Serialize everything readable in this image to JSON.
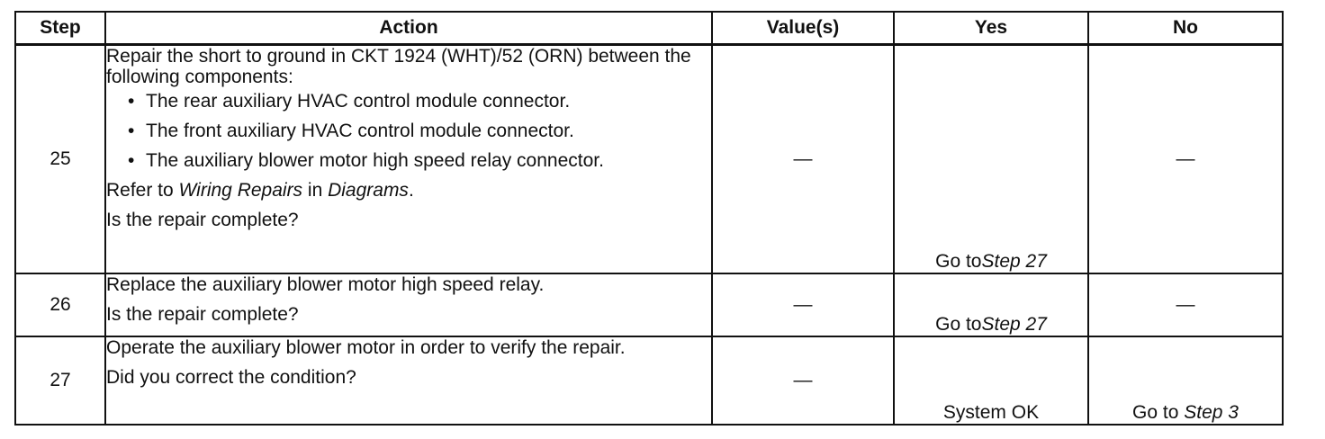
{
  "headers": {
    "step": "Step",
    "action": "Action",
    "values": "Value(s)",
    "yes": "Yes",
    "no": "No"
  },
  "rows": [
    {
      "step": "25",
      "action": {
        "intro": "Repair the short to ground in CKT 1924 (WHT)/52 (ORN) between the following components:",
        "bullets": [
          "The rear auxiliary HVAC control module connector.",
          "The front auxiliary HVAC control module connector.",
          "The auxiliary blower motor high speed relay connector."
        ],
        "refer_prefix": "Refer to ",
        "refer_link1": "Wiring Repairs",
        "refer_mid": " in ",
        "refer_link2": "Diagrams",
        "refer_suffix": ".",
        "question": "Is the repair complete?"
      },
      "value": "—",
      "yes_prefix": "Go to",
      "yes_link": "Step 27",
      "no": "—"
    },
    {
      "step": "26",
      "action": {
        "text": "Replace the auxiliary blower motor high speed relay.",
        "question": "Is the repair complete?"
      },
      "value": "—",
      "yes_prefix": "Go to",
      "yes_link": "Step 27",
      "no": "—"
    },
    {
      "step": "27",
      "action": {
        "text": "Operate the auxiliary blower motor in order to verify the repair.",
        "question": "Did you correct the condition?"
      },
      "value": "—",
      "yes": "System OK",
      "no_prefix": "Go to ",
      "no_link": "Step 3"
    }
  ]
}
